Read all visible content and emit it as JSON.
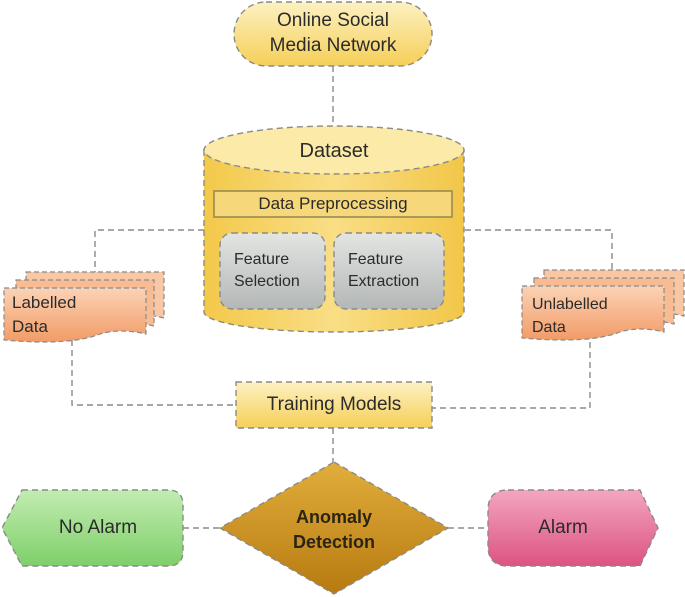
{
  "nodes": {
    "source": {
      "line1": "Online Social",
      "line2": "Media Network"
    },
    "dataset": {
      "label": "Dataset"
    },
    "preprocessing": {
      "label": "Data Preprocessing"
    },
    "feature_selection": {
      "line1": "Feature",
      "line2": "Selection"
    },
    "feature_extraction": {
      "line1": "Feature",
      "line2": "Extraction"
    },
    "labelled": {
      "line1": "Labelled",
      "line2": "Data"
    },
    "unlabelled": {
      "line1": "Unlabelled",
      "line2": "Data"
    },
    "training": {
      "label": "Training Models"
    },
    "anomaly": {
      "line1": "Anomaly",
      "line2": "Detection"
    },
    "no_alarm": {
      "label": "No Alarm"
    },
    "alarm": {
      "label": "Alarm"
    }
  },
  "colors": {
    "yellow": "#f7d565",
    "yellow_light": "#fbeaa8",
    "orange": "#f7b287",
    "gray": "#c9ccca",
    "gold": "#c88a1a",
    "green": "#96d784",
    "pink": "#e46a92",
    "stroke": "#8a8a8a"
  }
}
